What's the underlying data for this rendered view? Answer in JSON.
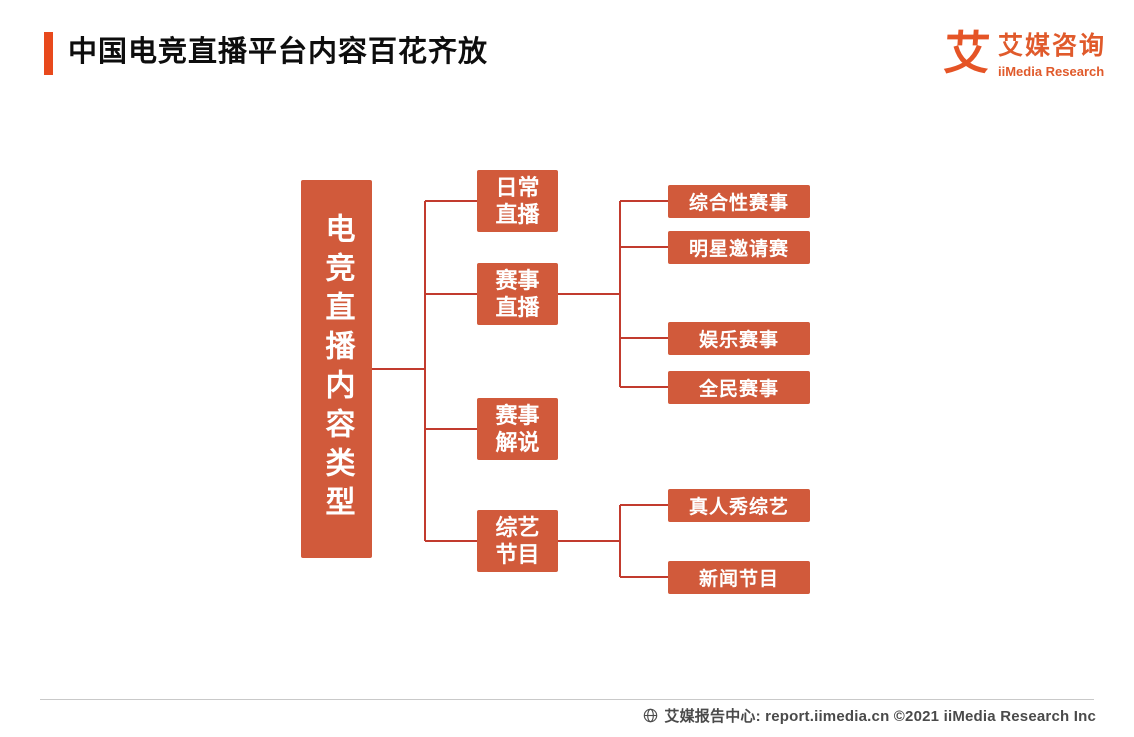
{
  "header": {
    "title": "中国电竞直播平台内容百花齐放",
    "accent_color": "#e8491c",
    "logo": {
      "glyph": "艾",
      "brand_cn": "艾媒咨询",
      "brand_en": "iiMedia Research",
      "brand_color": "#e05a2b"
    }
  },
  "diagram": {
    "box_color": "#d15a3b",
    "line_color": "#c23b2e",
    "root": "电竞直播内容类型",
    "children": [
      {
        "label": "日常直播",
        "lines": [
          "日常",
          "直播"
        ],
        "children": []
      },
      {
        "label": "赛事直播",
        "lines": [
          "赛事",
          "直播"
        ],
        "children": [
          "综合性赛事",
          "明星邀请赛",
          "娱乐赛事",
          "全民赛事"
        ]
      },
      {
        "label": "赛事解说",
        "lines": [
          "赛事",
          "解说"
        ],
        "children": []
      },
      {
        "label": "综艺节目",
        "lines": [
          "综艺",
          "节目"
        ],
        "children": [
          "真人秀综艺",
          "新闻节目"
        ]
      }
    ]
  },
  "footer": {
    "text": "艾媒报告中心:  report.iimedia.cn ©2021   iiMedia Research  Inc"
  }
}
